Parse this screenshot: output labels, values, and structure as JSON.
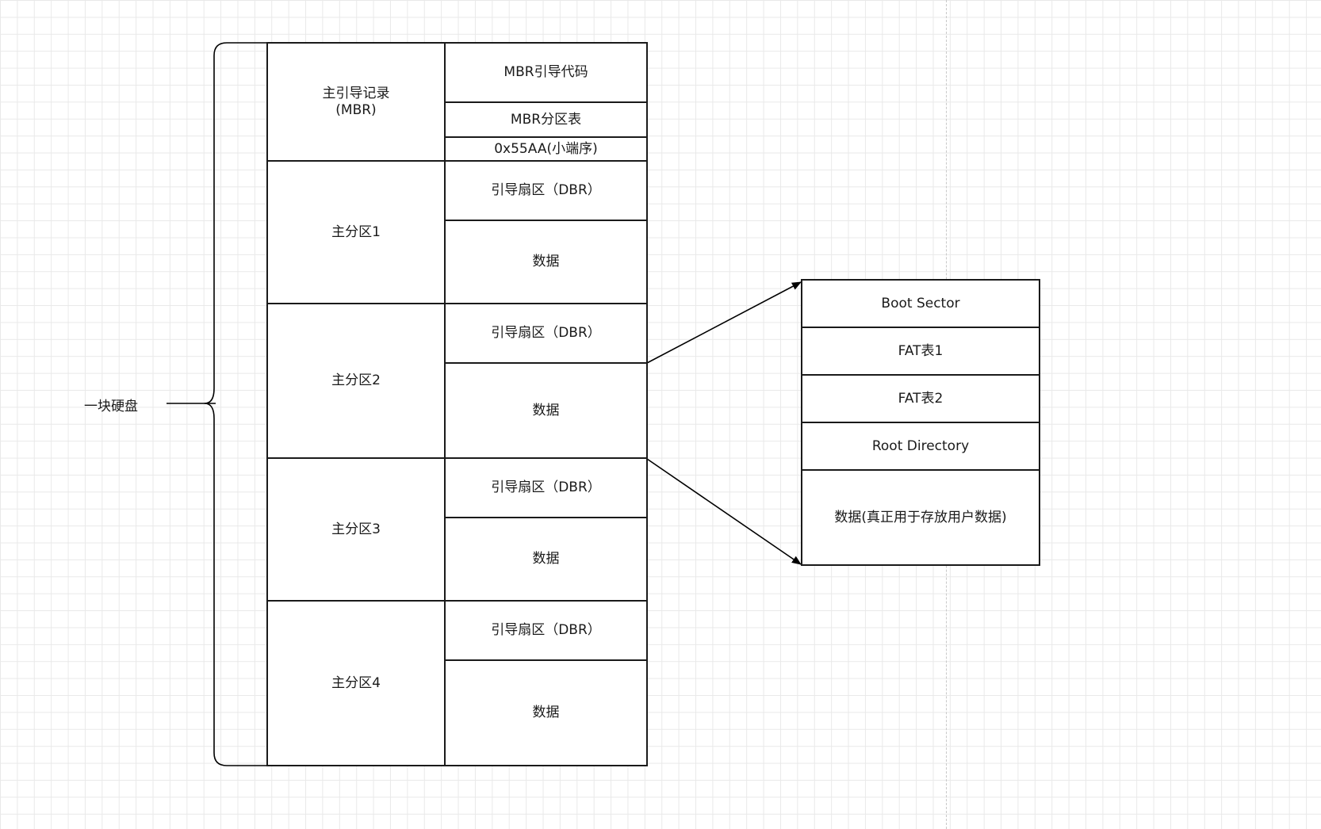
{
  "disk_label": "一块硬盘",
  "mbr": {
    "label": "主引导记录\n(MBR)",
    "rows": [
      "MBR引导代码",
      "MBR分区表",
      "0x55AA(小端序)"
    ]
  },
  "partitions": [
    {
      "label": "主分区1",
      "boot": "引导扇区（DBR）",
      "data": "数据"
    },
    {
      "label": "主分区2",
      "boot": "引导扇区（DBR）",
      "data": "数据"
    },
    {
      "label": "主分区3",
      "boot": "引导扇区（DBR）",
      "data": "数据"
    },
    {
      "label": "主分区4",
      "boot": "引导扇区（DBR）",
      "data": "数据"
    }
  ],
  "fat_layout": [
    "Boot Sector",
    "FAT表1",
    "FAT表2",
    "Root Directory",
    "数据(真正用于存放用户数据)"
  ]
}
